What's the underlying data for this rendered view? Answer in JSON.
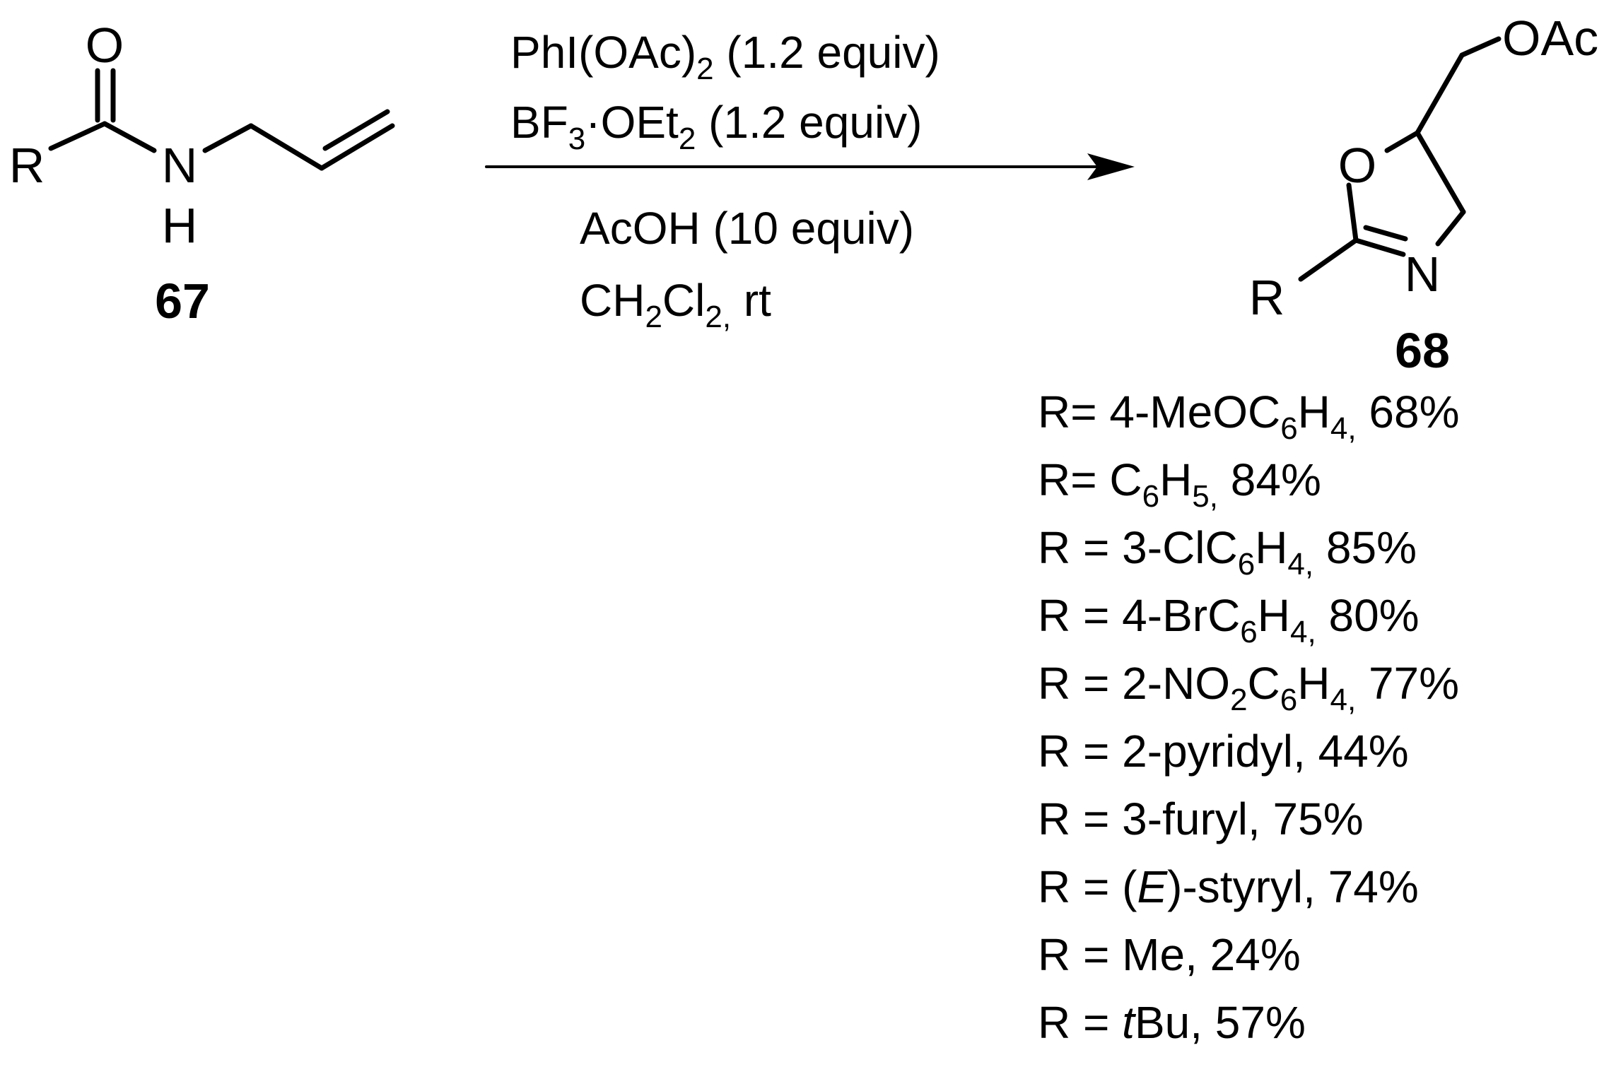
{
  "reactant": {
    "label": "67",
    "atoms": {
      "O": "O",
      "R": "R",
      "N": "N",
      "H": "H"
    }
  },
  "conditions": {
    "reagent1": {
      "main": "PhI(OAc)",
      "sub": "2",
      "rest": " (1.2 equiv)"
    },
    "reagent2": {
      "main": "BF",
      "sub1": "3",
      "mid": "·OEt",
      "sub2": "2",
      "rest": " (1.2 equiv)"
    },
    "reagent3": {
      "text": "AcOH (10 equiv)"
    },
    "solvent": {
      "main": "CH",
      "sub1": "2",
      "mid": "Cl",
      "sub2": "2,",
      "rest": " rt"
    }
  },
  "product": {
    "label": "68",
    "atoms": {
      "O": "O",
      "N": "N",
      "R": "R",
      "OAc": "OAc"
    }
  },
  "yields": [
    {
      "parts": [
        {
          "t": "R= 4-MeOC"
        },
        {
          "t": "6",
          "sub": true
        },
        {
          "t": "H"
        },
        {
          "t": "4,",
          "sub": true
        },
        {
          "t": " 68%"
        }
      ]
    },
    {
      "parts": [
        {
          "t": "R= C"
        },
        {
          "t": "6",
          "sub": true
        },
        {
          "t": "H"
        },
        {
          "t": "5,",
          "sub": true
        },
        {
          "t": " 84%"
        }
      ]
    },
    {
      "parts": [
        {
          "t": "R = 3-ClC"
        },
        {
          "t": "6",
          "sub": true
        },
        {
          "t": "H"
        },
        {
          "t": "4,",
          "sub": true
        },
        {
          "t": " 85%"
        }
      ]
    },
    {
      "parts": [
        {
          "t": "R = 4-BrC"
        },
        {
          "t": "6",
          "sub": true
        },
        {
          "t": "H"
        },
        {
          "t": "4,",
          "sub": true
        },
        {
          "t": " 80%"
        }
      ]
    },
    {
      "parts": [
        {
          "t": "R = 2-NO"
        },
        {
          "t": "2",
          "sub": true
        },
        {
          "t": "C"
        },
        {
          "t": "6",
          "sub": true
        },
        {
          "t": "H"
        },
        {
          "t": "4,",
          "sub": true
        },
        {
          "t": " 77%"
        }
      ]
    },
    {
      "parts": [
        {
          "t": "R = 2-pyridyl, 44%"
        }
      ]
    },
    {
      "parts": [
        {
          "t": "R = 3-furyl, 75%"
        }
      ]
    },
    {
      "parts": [
        {
          "t": "R = ("
        },
        {
          "t": "E",
          "italic": true
        },
        {
          "t": ")-styryl, 74%"
        }
      ]
    },
    {
      "parts": [
        {
          "t": "R = Me, 24%"
        }
      ]
    },
    {
      "parts": [
        {
          "t": "R = "
        },
        {
          "t": "t",
          "italic": true
        },
        {
          "t": "Bu, 57%"
        }
      ]
    }
  ]
}
